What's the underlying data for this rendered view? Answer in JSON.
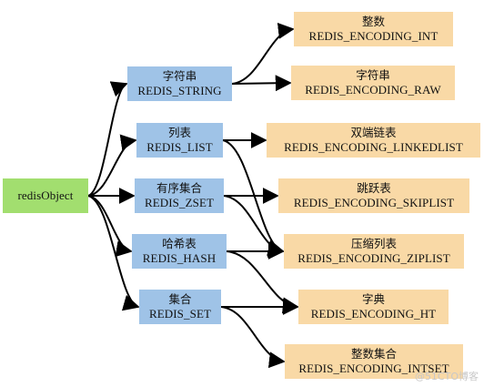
{
  "root": {
    "label": "redisObject",
    "color": "#a2de6f"
  },
  "types": [
    {
      "id": "string",
      "zh": "字符串",
      "code": "REDIS_STRING"
    },
    {
      "id": "list",
      "zh": "列表",
      "code": "REDIS_LIST"
    },
    {
      "id": "zset",
      "zh": "有序集合",
      "code": "REDIS_ZSET"
    },
    {
      "id": "hash",
      "zh": "哈希表",
      "code": "REDIS_HASH"
    },
    {
      "id": "set",
      "zh": "集合",
      "code": "REDIS_SET"
    }
  ],
  "encodings": [
    {
      "id": "int",
      "zh": "整数",
      "code": "REDIS_ENCODING_INT"
    },
    {
      "id": "raw",
      "zh": "字符串",
      "code": "REDIS_ENCODING_RAW"
    },
    {
      "id": "linkedlist",
      "zh": "双端链表",
      "code": "REDIS_ENCODING_LINKEDLIST"
    },
    {
      "id": "skiplist",
      "zh": "跳跃表",
      "code": "REDIS_ENCODING_SKIPLIST"
    },
    {
      "id": "ziplist",
      "zh": "压缩列表",
      "code": "REDIS_ENCODING_ZIPLIST"
    },
    {
      "id": "ht",
      "zh": "字典",
      "code": "REDIS_ENCODING_HT"
    },
    {
      "id": "intset",
      "zh": "整数集合",
      "code": "REDIS_ENCODING_INTSET"
    }
  ],
  "edges": [
    [
      "root",
      "string"
    ],
    [
      "root",
      "list"
    ],
    [
      "root",
      "zset"
    ],
    [
      "root",
      "hash"
    ],
    [
      "root",
      "set"
    ],
    [
      "string",
      "int"
    ],
    [
      "string",
      "raw"
    ],
    [
      "list",
      "linkedlist"
    ],
    [
      "list",
      "ziplist"
    ],
    [
      "zset",
      "skiplist"
    ],
    [
      "zset",
      "ziplist"
    ],
    [
      "hash",
      "ziplist"
    ],
    [
      "hash",
      "ht"
    ],
    [
      "set",
      "ht"
    ],
    [
      "set",
      "intset"
    ]
  ],
  "colors": {
    "type": "#9fc3e7",
    "encoding": "#f9d9a6",
    "edge": "#000000"
  },
  "watermark": "@51CTO博客"
}
